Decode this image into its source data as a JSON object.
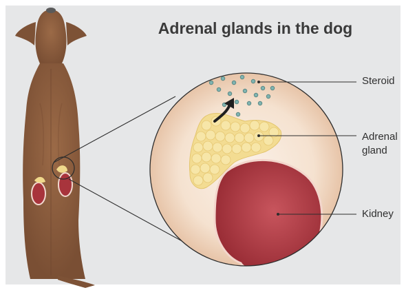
{
  "title": "Adrenal glands in the dog",
  "labels": {
    "steroid": "Steroid",
    "adrenal_line1": "Adrenal",
    "adrenal_line2": "gland",
    "kidney": "Kidney"
  },
  "colors": {
    "background_panel": "#e6e7e8",
    "dog_body": "#8a5a3b",
    "kidney": "#a8343c",
    "adrenal_gland": "#f0d98c",
    "steroid_dots": "#7fb3b0",
    "magnifier_fill": "#f6e6d8"
  },
  "icons": {
    "arrow": "secretion-arrow-icon"
  }
}
